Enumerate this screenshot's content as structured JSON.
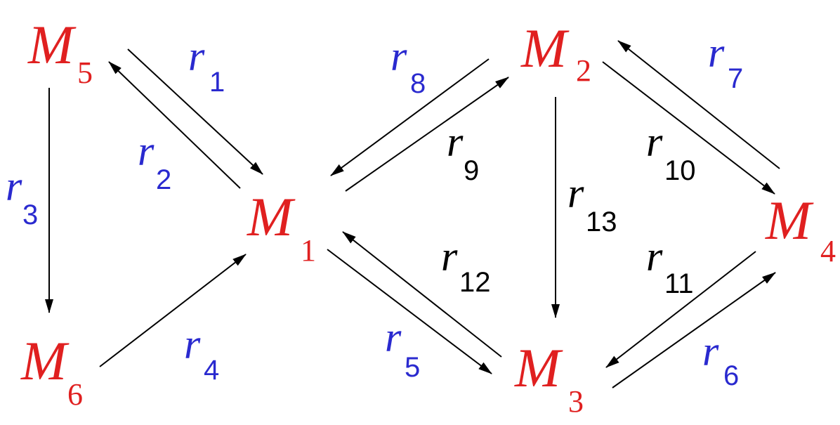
{
  "colors": {
    "node": "#e02020",
    "rate_blue": "#2a2acf",
    "rate_black": "#000000",
    "arrow": "#000000",
    "background": "#ffffff"
  },
  "nodes": [
    {
      "id": "M5",
      "main": "M",
      "sub": "5"
    },
    {
      "id": "M6",
      "main": "M",
      "sub": "6"
    },
    {
      "id": "M1",
      "main": "M",
      "sub": "1"
    },
    {
      "id": "M2",
      "main": "M",
      "sub": "2"
    },
    {
      "id": "M3",
      "main": "M",
      "sub": "3"
    },
    {
      "id": "M4",
      "main": "M",
      "sub": "4"
    }
  ],
  "rates": [
    {
      "id": "r1",
      "main": "r",
      "sub": "1",
      "color": "blue"
    },
    {
      "id": "r2",
      "main": "r",
      "sub": "2",
      "color": "blue"
    },
    {
      "id": "r3",
      "main": "r",
      "sub": "3",
      "color": "blue"
    },
    {
      "id": "r4",
      "main": "r",
      "sub": "4",
      "color": "blue"
    },
    {
      "id": "r5",
      "main": "r",
      "sub": "5",
      "color": "blue"
    },
    {
      "id": "r6",
      "main": "r",
      "sub": "6",
      "color": "blue"
    },
    {
      "id": "r7",
      "main": "r",
      "sub": "7",
      "color": "blue"
    },
    {
      "id": "r8",
      "main": "r",
      "sub": "8",
      "color": "blue"
    },
    {
      "id": "r9",
      "main": "r",
      "sub": "9",
      "color": "black"
    },
    {
      "id": "r10",
      "main": "r",
      "sub": "10",
      "color": "black"
    },
    {
      "id": "r11",
      "main": "r",
      "sub": "11",
      "color": "black"
    },
    {
      "id": "r12",
      "main": "r",
      "sub": "12",
      "color": "black"
    },
    {
      "id": "r13",
      "main": "r",
      "sub": "13",
      "color": "black"
    }
  ],
  "edges": [
    {
      "rate": "r1",
      "from": "M5",
      "to": "M1"
    },
    {
      "rate": "r2",
      "from": "M1",
      "to": "M5"
    },
    {
      "rate": "r3",
      "from": "M5",
      "to": "M6"
    },
    {
      "rate": "r4",
      "from": "M6",
      "to": "M1"
    },
    {
      "rate": "r5",
      "from": "M1",
      "to": "M3"
    },
    {
      "rate": "r12",
      "from": "M3",
      "to": "M1"
    },
    {
      "rate": "r9",
      "from": "M1",
      "to": "M2"
    },
    {
      "rate": "r8",
      "from": "M2",
      "to": "M1"
    },
    {
      "rate": "r13",
      "from": "M2",
      "to": "M3"
    },
    {
      "rate": "r10",
      "from": "M2",
      "to": "M4"
    },
    {
      "rate": "r7",
      "from": "M4",
      "to": "M2"
    },
    {
      "rate": "r11",
      "from": "M4",
      "to": "M3"
    },
    {
      "rate": "r6",
      "from": "M3",
      "to": "M4"
    }
  ]
}
